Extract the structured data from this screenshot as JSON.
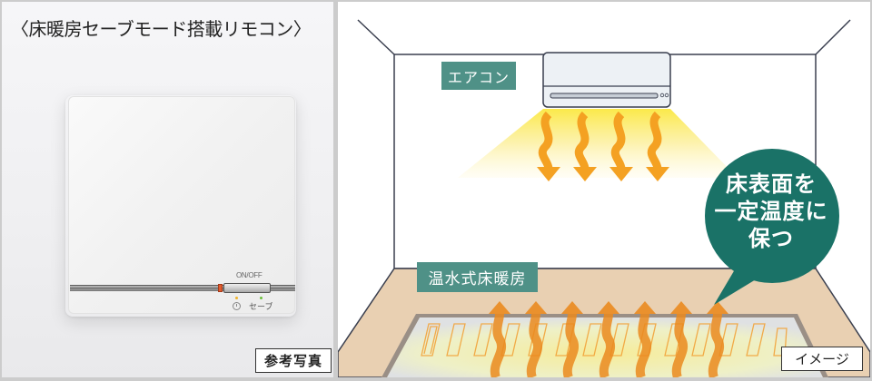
{
  "left_panel": {
    "title": "〈床暖房セーブモード搭載リモコン〉",
    "remote": {
      "onoff_label": "ON/OFF",
      "timer_icon": "timer-icon",
      "save_label": "セーブ",
      "indicator_color": "#e25b2d",
      "timer_led_color": "#f0b22a",
      "save_led_color": "#6bbf3b"
    },
    "caption": "参考写真"
  },
  "right_panel": {
    "aircon_label": "エアコン",
    "floor_heating_label": "温水式床暖房",
    "speech_bubble": {
      "lines": [
        "床表面を",
        "一定温度に",
        "保つ"
      ],
      "color": "#1a7267"
    },
    "caption": "イメージ",
    "colors": {
      "label_bg": "#4f9187",
      "floor": "#e9d0b2",
      "heat_arrow": "#f0a12a",
      "room_line": "#3a3f4f"
    }
  }
}
